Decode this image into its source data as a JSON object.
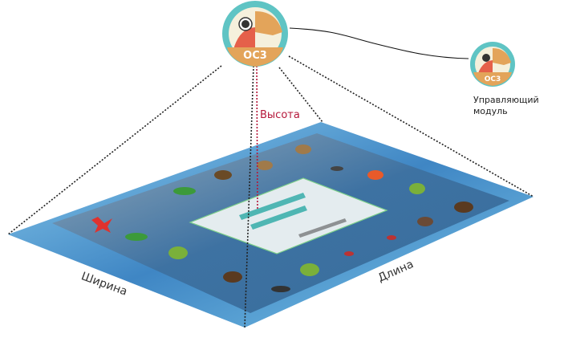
{
  "hub": {
    "badge": "ОС3"
  },
  "module": {
    "badge": "ОС3",
    "label_line1": "Управляющий",
    "label_line2": "модуль"
  },
  "dimensions": {
    "height": "Высота",
    "width": "Ширина",
    "length": "Длина"
  },
  "colors": {
    "teal": "#5fc4c4",
    "orange": "#e3a45a",
    "red_accent": "#b5173a",
    "water": "#3f86c4"
  }
}
